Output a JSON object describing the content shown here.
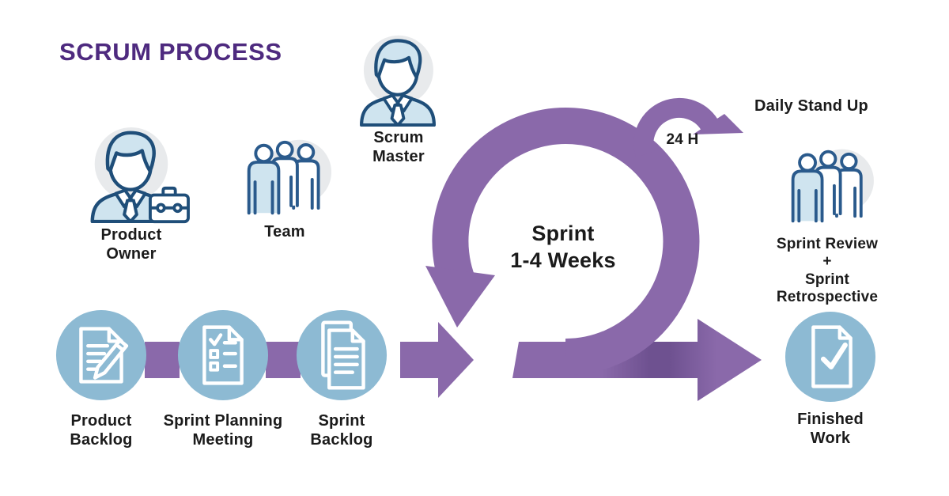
{
  "title": "SCRUM PROCESS",
  "colors": {
    "title_purple": "#4e2a7f",
    "flow_purple": "#8a69aa",
    "flow_purple_shadow": "#6e5190",
    "step_circle_blue": "#8dbad3",
    "icon_outline_navy": "#1f4e79",
    "icon_fill_light_blue": "#cfe4ef",
    "icon_bg_gray": "#e8eaec",
    "label_black": "#1b1b1b"
  },
  "actors": {
    "product_owner": {
      "label": "Product\nOwner"
    },
    "team": {
      "label": "Team"
    },
    "scrum_master": {
      "label": "Scrum\nMaster"
    },
    "sprint_review_team": {
      "label": "Sprint Review\n+\nSprint Retrospective"
    }
  },
  "loop": {
    "sprint_label": "Sprint\n1-4 Weeks",
    "daily_cycle_label": "24 H",
    "daily_standup_label": "Daily Stand Up"
  },
  "steps": [
    {
      "label": "Product\nBacklog"
    },
    {
      "label": "Sprint Planning\nMeeting"
    },
    {
      "label": "Sprint\nBacklog"
    },
    {
      "label": "Finished\nWork"
    }
  ]
}
